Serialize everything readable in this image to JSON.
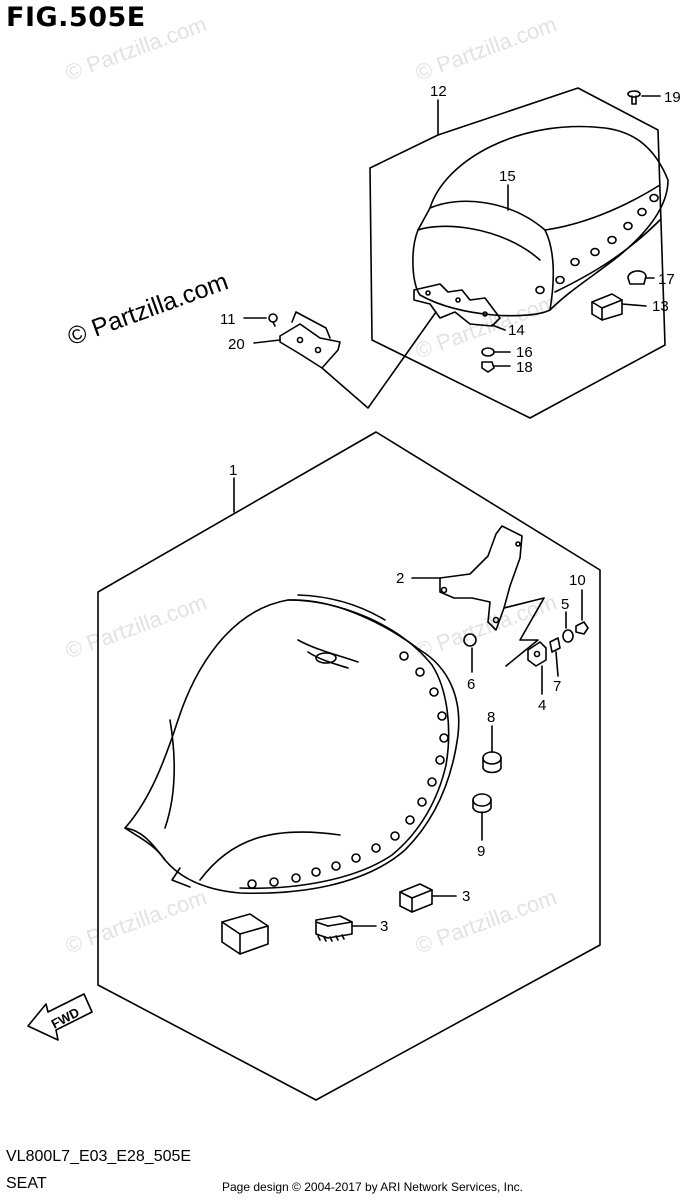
{
  "figure_title": "FIG.505E",
  "diagram_code": "VL800L7_E03_E28_505E",
  "section_label": "SEAT",
  "page_credit": "Page design © 2004-2017 by ARI Network Services, Inc.",
  "watermark_main": "© Partzilla.com",
  "watermark_faint": "© Partzilla.com",
  "direction_label": "FWD",
  "callouts": {
    "p1": "1",
    "p2": "2",
    "p3a": "3",
    "p3b": "3",
    "p4": "4",
    "p5": "5",
    "p6": "6",
    "p7": "7",
    "p8": "8",
    "p9": "9",
    "p10": "10",
    "p11": "11",
    "p12": "12",
    "p13": "13",
    "p14": "14",
    "p15": "15",
    "p16": "16",
    "p17": "17",
    "p18": "18",
    "p19": "19",
    "p20": "20"
  }
}
